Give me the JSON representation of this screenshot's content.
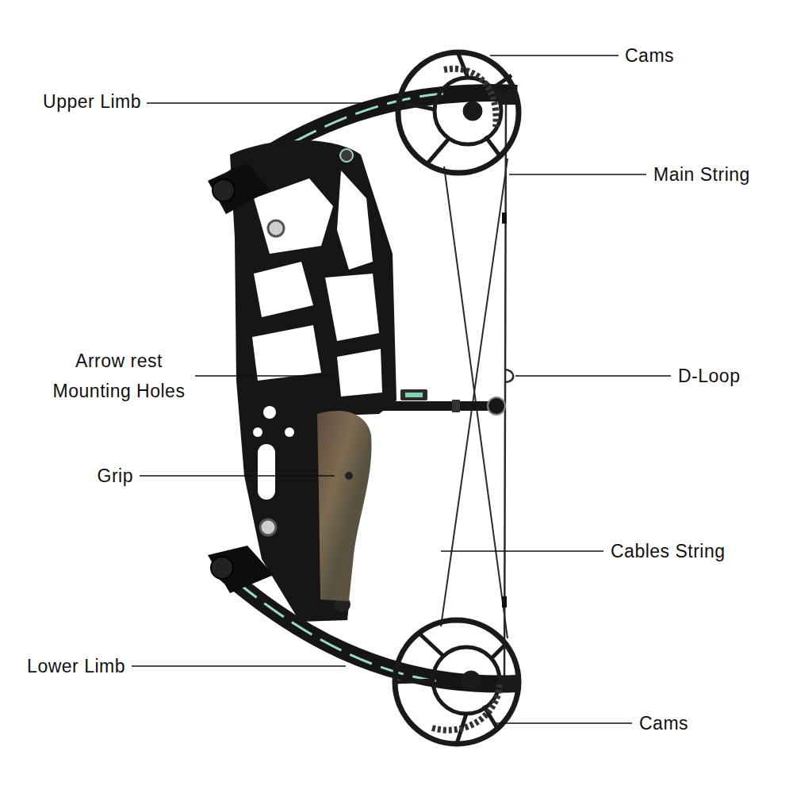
{
  "diagram": {
    "labels": [
      "Cams",
      "Upper Limb",
      "Main String",
      "Arrow rest Mounting Holes",
      "D-Loop",
      "Grip",
      "Cables String",
      "Lower Limb",
      "Cams"
    ]
  }
}
